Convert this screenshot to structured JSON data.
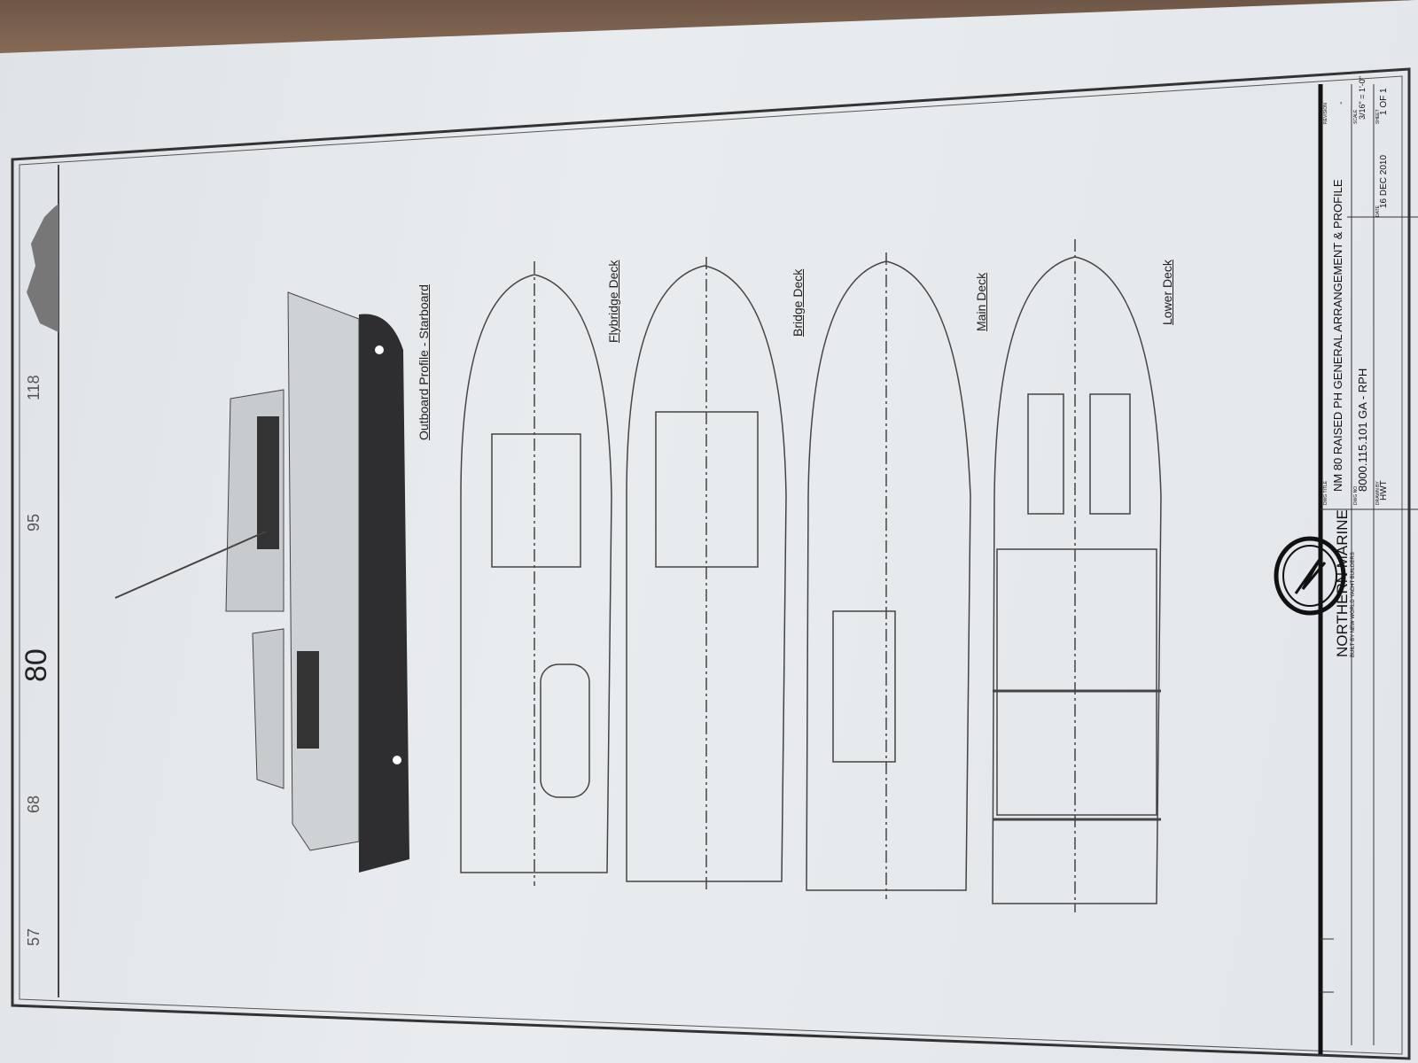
{
  "sheet_markers": [
    "57",
    "68",
    "80",
    "95",
    "118"
  ],
  "views": {
    "profile": "Outboard Profile - Starboard",
    "flybridge": "Flybridge Deck",
    "bridge": "Bridge Deck",
    "main": "Main Deck",
    "lower": "Lower Deck"
  },
  "title_block": {
    "company": "NORTHERN MARINE",
    "tagline": "BUILT BY NEW WORLD YACHT BUILDERS",
    "dwg_title_label": "DWG TITLE",
    "dwg_title": "NM 80 RAISED PH GENERAL ARRANGEMENT & PROFILE",
    "dwg_no_label": "DWG NO",
    "dwg_no": "8000.115.101 GA - RPH",
    "drawn_by_label": "DRAWN BY",
    "drawn_by": "HWT",
    "date_label": "DATE",
    "date": "16 DEC 2010",
    "revision_label": "REVISION",
    "revision": "-",
    "scale_label": "SCALE",
    "scale": "3/16\" = 1'-0\"",
    "sheet_label": "SHEET",
    "sheet": "1 OF 1"
  },
  "colors": {
    "paper": "#e6e9ec",
    "ink": "#222222",
    "hull": "#2e2e30",
    "table": "#7a604e"
  }
}
